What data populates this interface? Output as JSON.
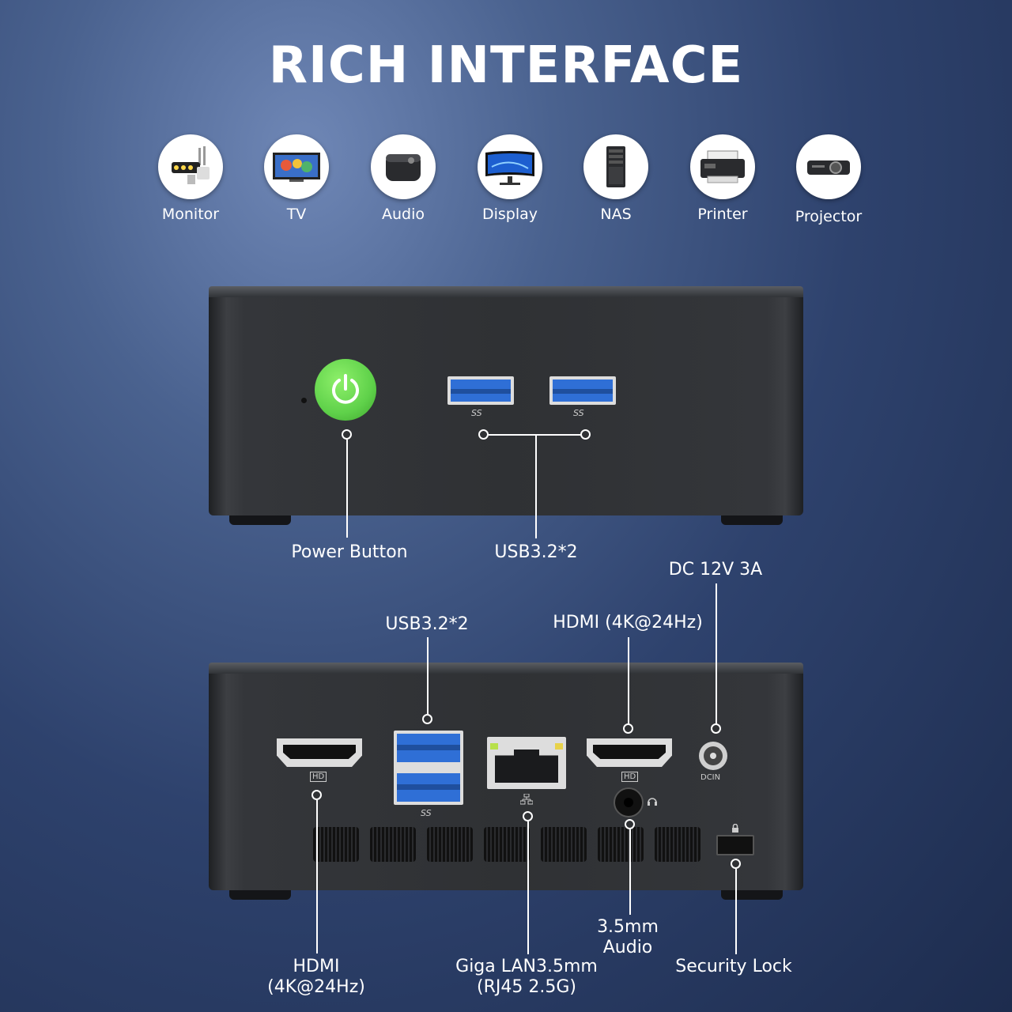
{
  "title": "RICH INTERFACE",
  "devices": [
    {
      "label": "Monitor",
      "icon": "security-camera-icon"
    },
    {
      "label": "TV",
      "icon": "tv-icon"
    },
    {
      "label": "Audio",
      "icon": "speaker-icon"
    },
    {
      "label": "Display",
      "icon": "curved-display-icon"
    },
    {
      "label": "NAS",
      "icon": "server-tower-icon"
    },
    {
      "label": "Printer",
      "icon": "printer-icon"
    },
    {
      "label": "Projector",
      "icon": "projector-icon"
    }
  ],
  "front": {
    "power_label": "Power Button",
    "usb_label": "USB3.2*2",
    "usb_mark": "SS"
  },
  "rear": {
    "dc_label": "DC 12V 3A",
    "usb_label": "USB3.2*2",
    "hdmi_top_label": "HDMI (4K@24Hz)",
    "hdmi_left_label_1": "HDMI",
    "hdmi_left_label_2": "(4K@24Hz)",
    "lan_label_1": "Giga LAN3.5mm",
    "lan_label_2": "(RJ45 2.5G)",
    "audio_label_1": "3.5mm",
    "audio_label_2": "Audio",
    "lock_label": "Security Lock",
    "hd_mark": "HD",
    "dcin_mark": "DCIN",
    "usb_mark": "SS"
  },
  "colors": {
    "power_green": "#5fd14a",
    "usb_blue": "#2f6fd6",
    "lan_led_green": "#b7e04a",
    "lan_led_yellow": "#e8d24a"
  }
}
